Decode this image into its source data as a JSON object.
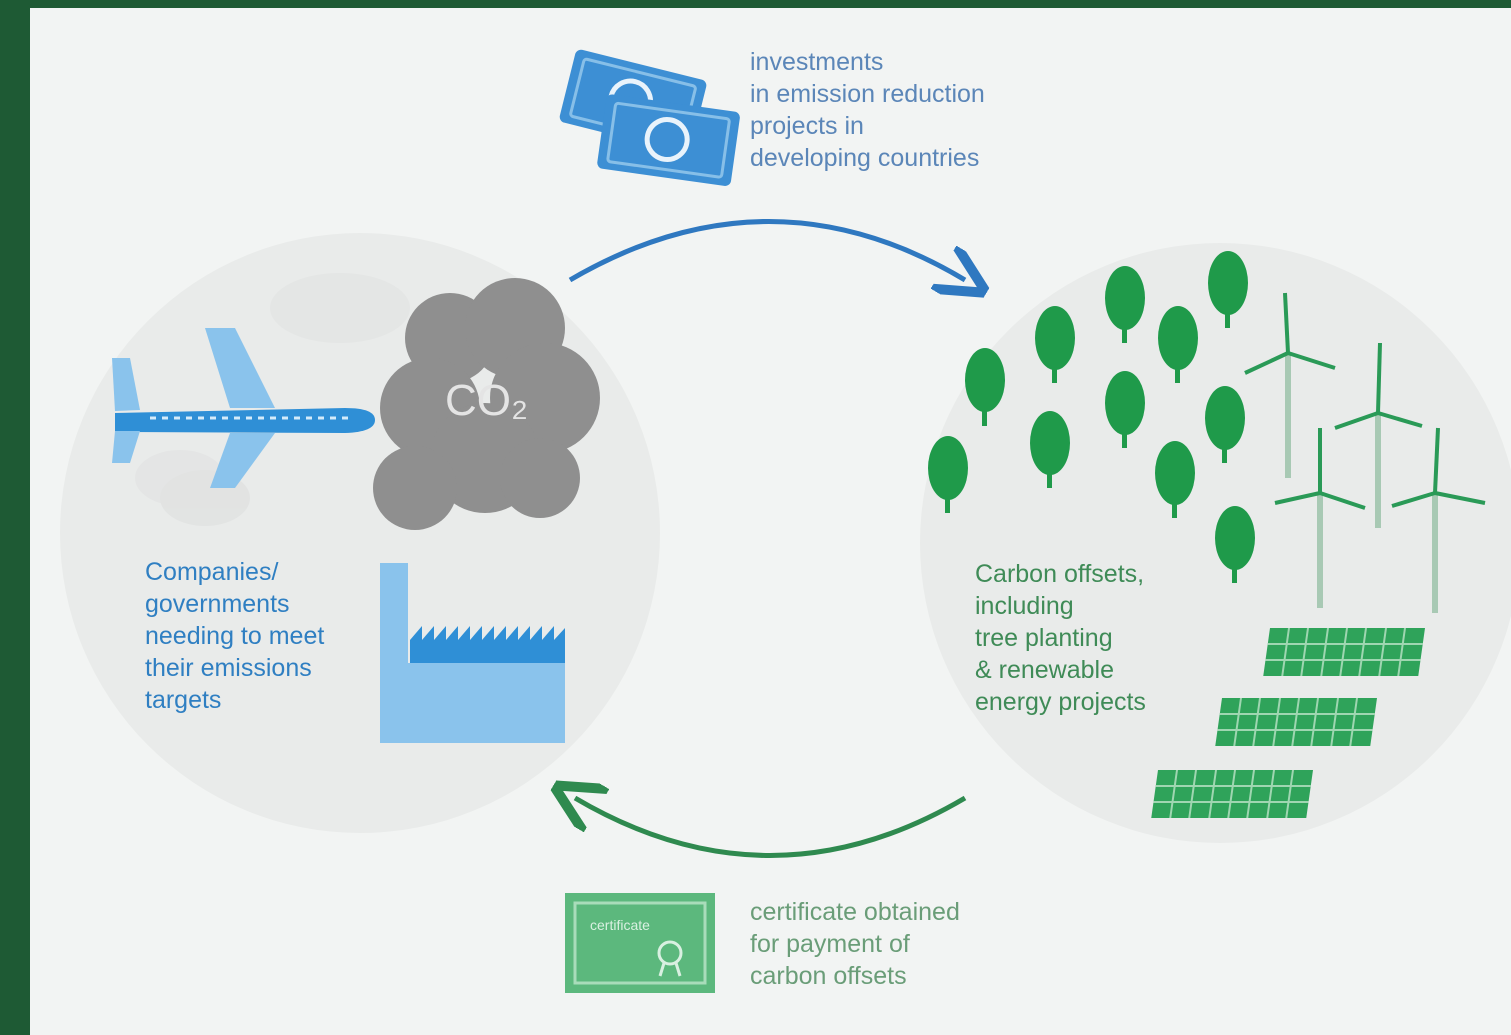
{
  "investments": {
    "text": "investments\nin emission reduction\nprojects in\ndeveloping countries"
  },
  "emitters": {
    "text": "Companies/\ngovernments\nneeding to meet\ntheir emissions\ntargets"
  },
  "co2": {
    "label": "CO₂"
  },
  "offsets": {
    "text": "Carbon offsets,\nincluding\ntree planting\n& renewable\nenergy projects"
  },
  "certificate": {
    "text": "certificate obtained\nfor payment of\ncarbon offsets",
    "card_label": "certificate"
  },
  "colors": {
    "frame_border": "#1e5a34",
    "background": "#f2f4f3",
    "blue": "#3d8fd4",
    "light_blue": "#8ac3ec",
    "green": "#1f9a4a",
    "grey_cloud": "#8f8f8f"
  },
  "icons": [
    "money-icon",
    "airplane-icon",
    "co2-cloud-icon",
    "factory-icon",
    "tree-icon",
    "wind-turbine-icon",
    "solar-panel-icon",
    "certificate-icon",
    "arrow-top-icon",
    "arrow-bottom-icon"
  ]
}
